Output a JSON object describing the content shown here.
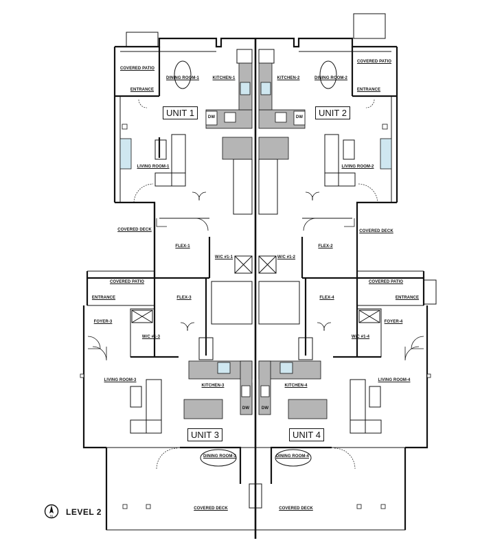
{
  "level_title": "LEVEL 2",
  "units": {
    "u1": "UNIT 1",
    "u2": "UNIT 2",
    "u3": "UNIT 3",
    "u4": "UNIT 4"
  },
  "rooms": {
    "covered_patio_1": "COVERED PATIO",
    "entrance_1": "ENTRANCE",
    "dining_room_1": "DINING ROOM-1",
    "kitchen_1": "KITCHEN-1",
    "kitchen_2": "KITCHEN-2",
    "dining_room_2": "DINING ROOM-2",
    "covered_patio_2": "COVERED PATIO",
    "entrance_2": "ENTRANCE",
    "living_room_1": "LIVING ROOM-1",
    "living_room_2": "LIVING ROOM-2",
    "covered_deck_1": "COVERED DECK",
    "covered_deck_2": "COVERED DECK",
    "flex_1": "FLEX-1",
    "flex_2": "FLEX-2",
    "wc_1": "W/C #1-1",
    "wc_2": "W/C #1-2",
    "covered_patio_3": "COVERED PATIO",
    "covered_patio_4": "COVERED PATIO",
    "entrance_3": "ENTRANCE",
    "entrance_4": "ENTRANCE",
    "flex_3": "FLEX-3",
    "flex_4": "FLEX-4",
    "foyer_3": "FOYER-3",
    "foyer_4": "FOYER-4",
    "wc_3": "W/C #1-3",
    "wc_4": "W/C #1-4",
    "living_room_3": "LIVING ROOM-3",
    "living_room_4": "LIVING ROOM-4",
    "kitchen_3": "KITCHEN-3",
    "kitchen_4": "KITCHEN-4",
    "dining_room_3": "DINING ROOM-3",
    "dining_room_4": "DINING ROOM-4",
    "covered_deck_3": "COVERED DECK",
    "covered_deck_4": "COVERED DECK",
    "dw_1": "DW",
    "dw_2": "DW",
    "dw_3": "DW",
    "dw_4": "DW"
  }
}
